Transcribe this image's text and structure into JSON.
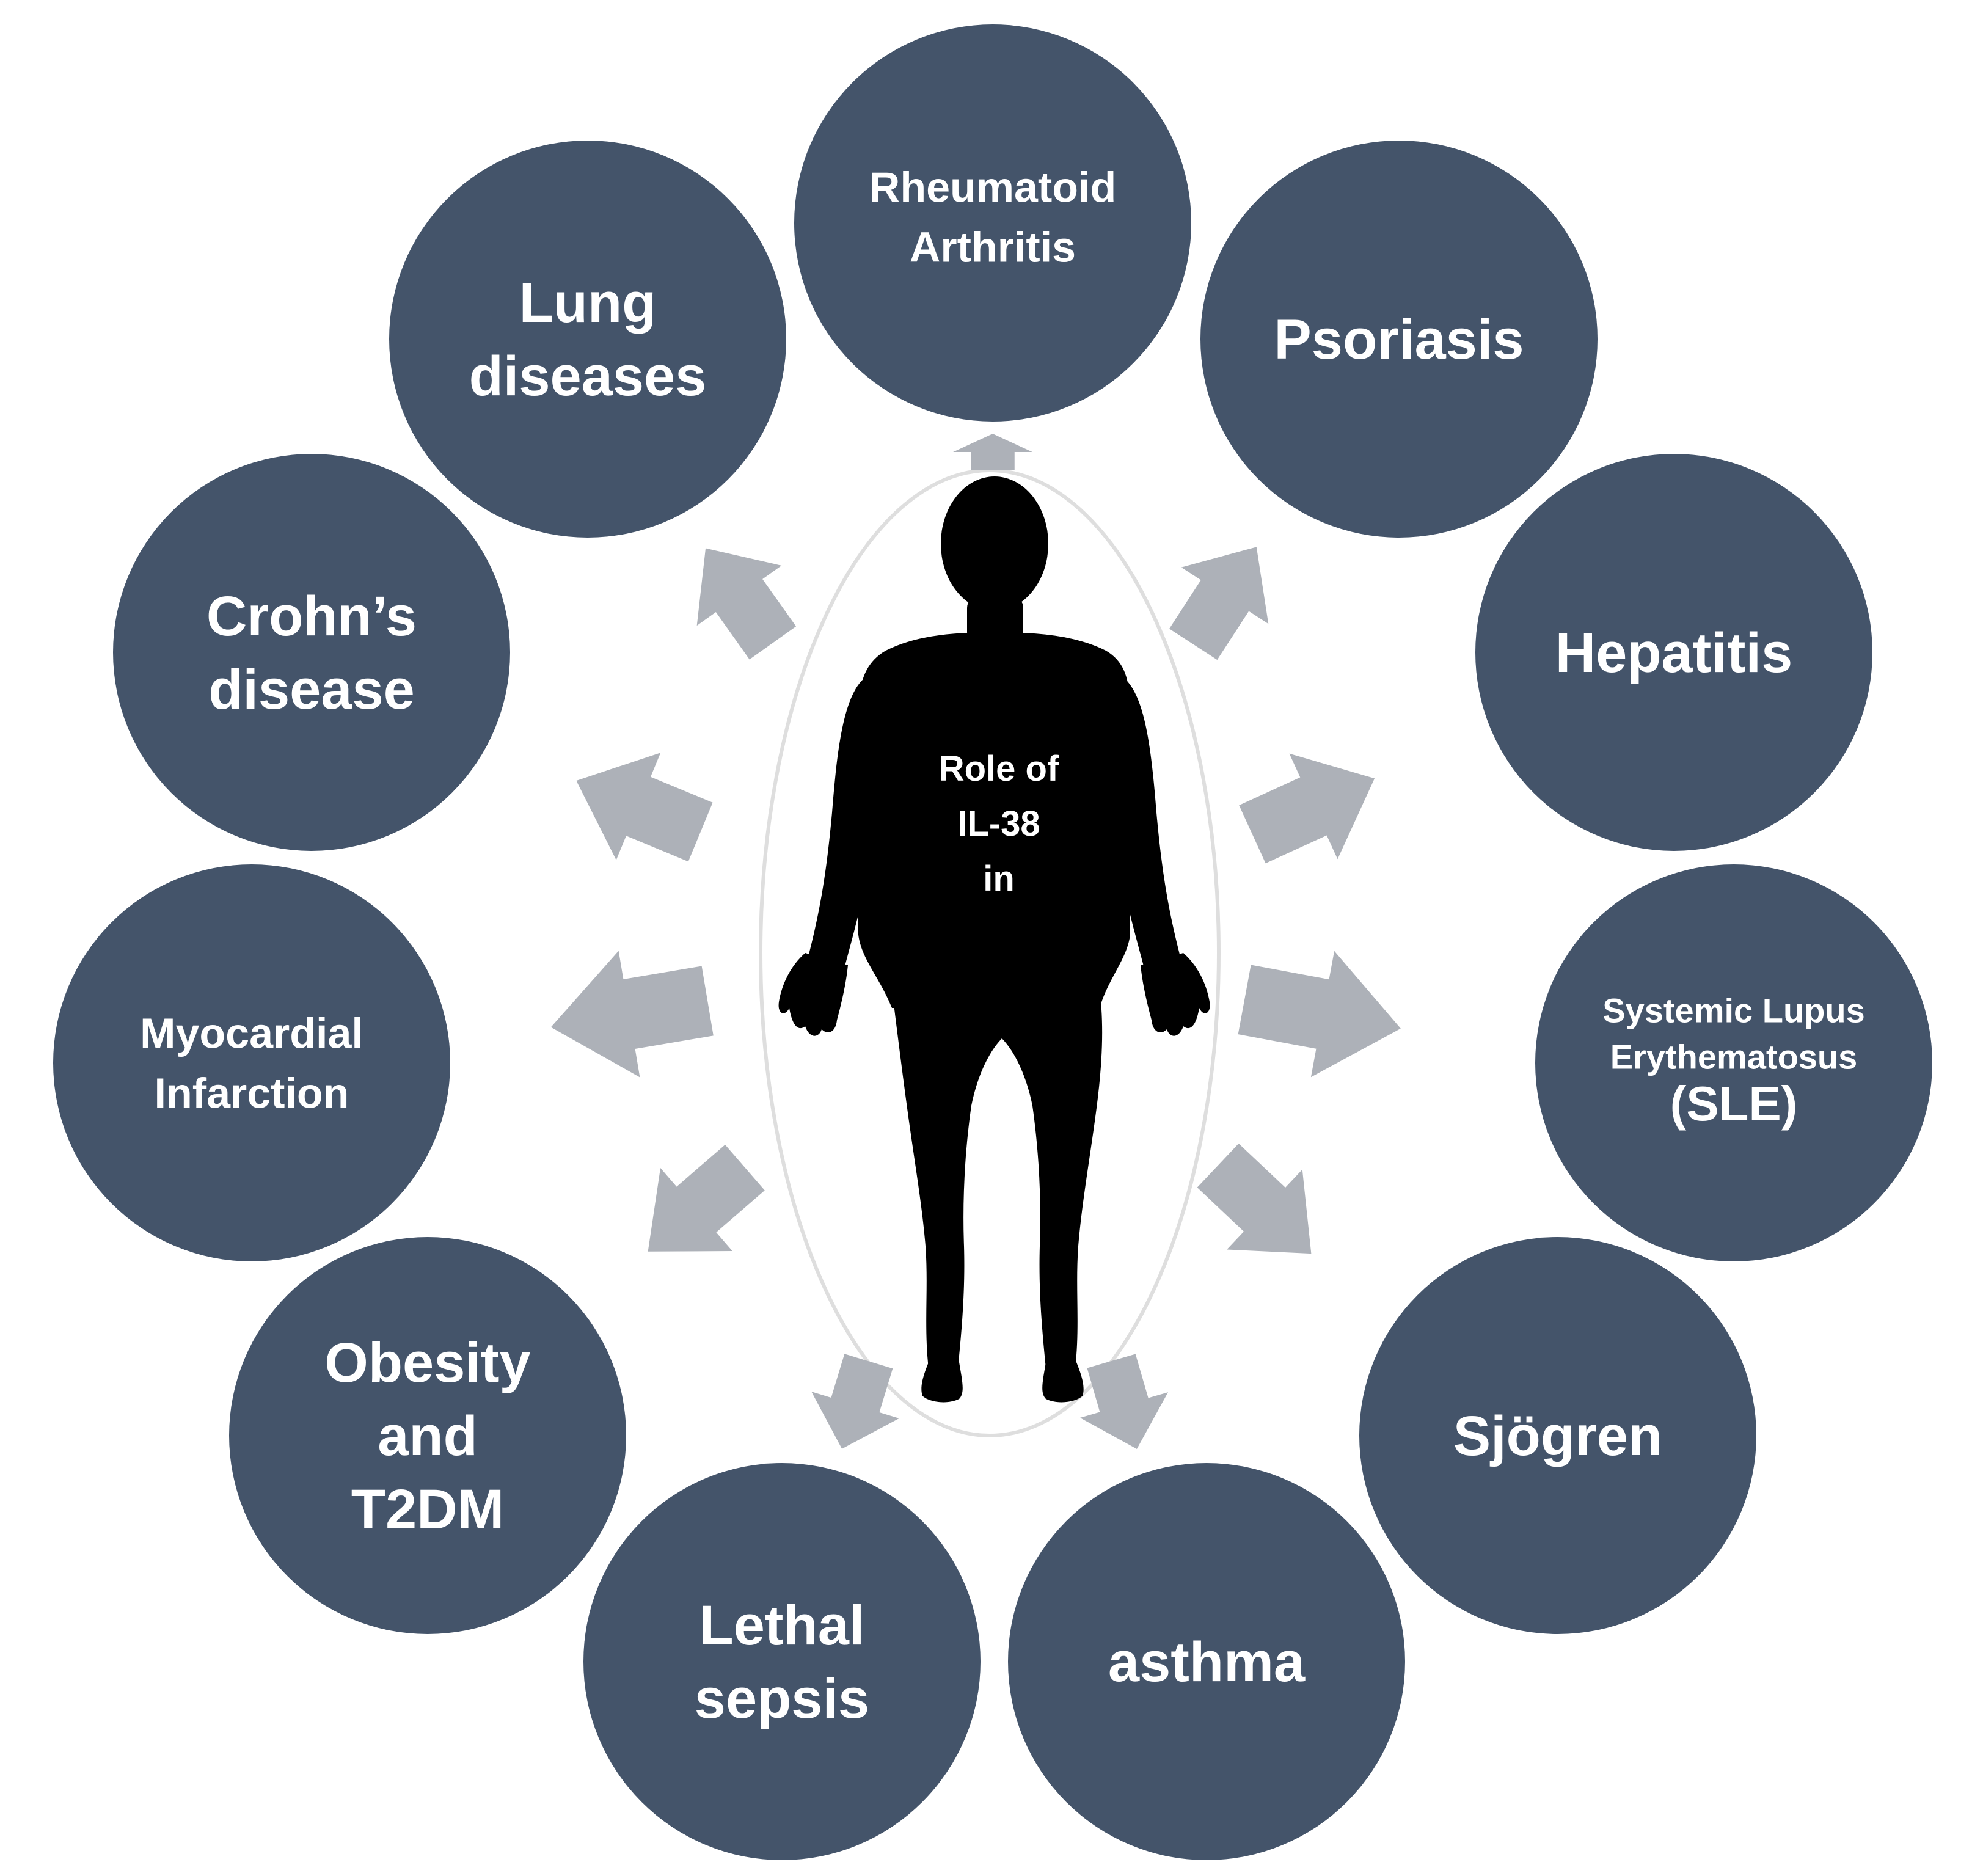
{
  "center": {
    "lines": [
      "Role of",
      "IL-38",
      "in"
    ]
  },
  "diseases": [
    {
      "id": "rheumatoid-arthritis",
      "lines": [
        "Rheumatoid",
        "Arthritis"
      ]
    },
    {
      "id": "psoriasis",
      "lines": [
        "Psoriasis"
      ]
    },
    {
      "id": "hepatitis",
      "lines": [
        "Hepatitis"
      ]
    },
    {
      "id": "sle",
      "lines": [
        "Systemic Lupus",
        "Erythematosus",
        "(SLE)"
      ]
    },
    {
      "id": "sjogren",
      "lines": [
        "Sjögren"
      ]
    },
    {
      "id": "asthma",
      "lines": [
        "asthma"
      ]
    },
    {
      "id": "lethal-sepsis",
      "lines": [
        "Lethal",
        "sepsis"
      ]
    },
    {
      "id": "obesity-t2dm",
      "lines": [
        "Obesity",
        "and",
        "T2DM"
      ]
    },
    {
      "id": "myocardial-infarction",
      "lines": [
        "Myocardial",
        "Infarction"
      ]
    },
    {
      "id": "crohns-disease",
      "lines": [
        "Crohn’s",
        "disease"
      ]
    },
    {
      "id": "lung-diseases",
      "lines": [
        "Lung",
        "diseases"
      ]
    }
  ],
  "colors": {
    "circle": "#44546a",
    "arrow": "#adb1b8",
    "figure": "#000000",
    "text": "#ffffff",
    "oval": "#dedede"
  },
  "icons": {
    "figure": "human-silhouette-icon"
  }
}
